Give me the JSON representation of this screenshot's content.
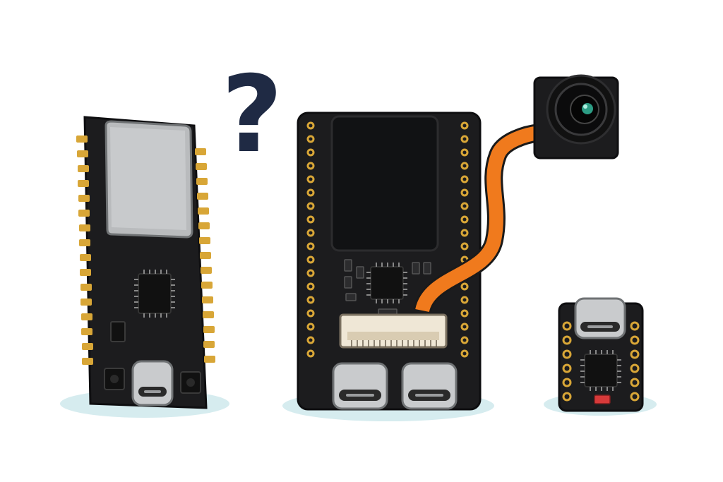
{
  "scene": {
    "question_mark": "?",
    "colors": {
      "background": "#ffffff",
      "pcb": "#1c1c1e",
      "pcb_edge": "#0e0e10",
      "gold_pad": "#d8a637",
      "shield": "#b9bbbd",
      "usb_metal": "#c9cbcd",
      "question_mark": "#1f2a44",
      "flex_cable": "#f07a1d",
      "connector": "#efe7d6",
      "shadow": "#d6ecef",
      "led": "#d73a3a"
    },
    "boards": [
      {
        "id": "left-board",
        "description_icons": [
          "rf-shield-icon",
          "chip-icon",
          "usb-c-port-icon",
          "button-icon"
        ]
      },
      {
        "id": "middle-board",
        "description_icons": [
          "chip-icon",
          "flex-connector-icon",
          "usb-c-port-icon",
          "camera-icon"
        ]
      },
      {
        "id": "small-board",
        "description_icons": [
          "usb-c-port-icon",
          "chip-icon",
          "led-icon"
        ]
      }
    ]
  }
}
